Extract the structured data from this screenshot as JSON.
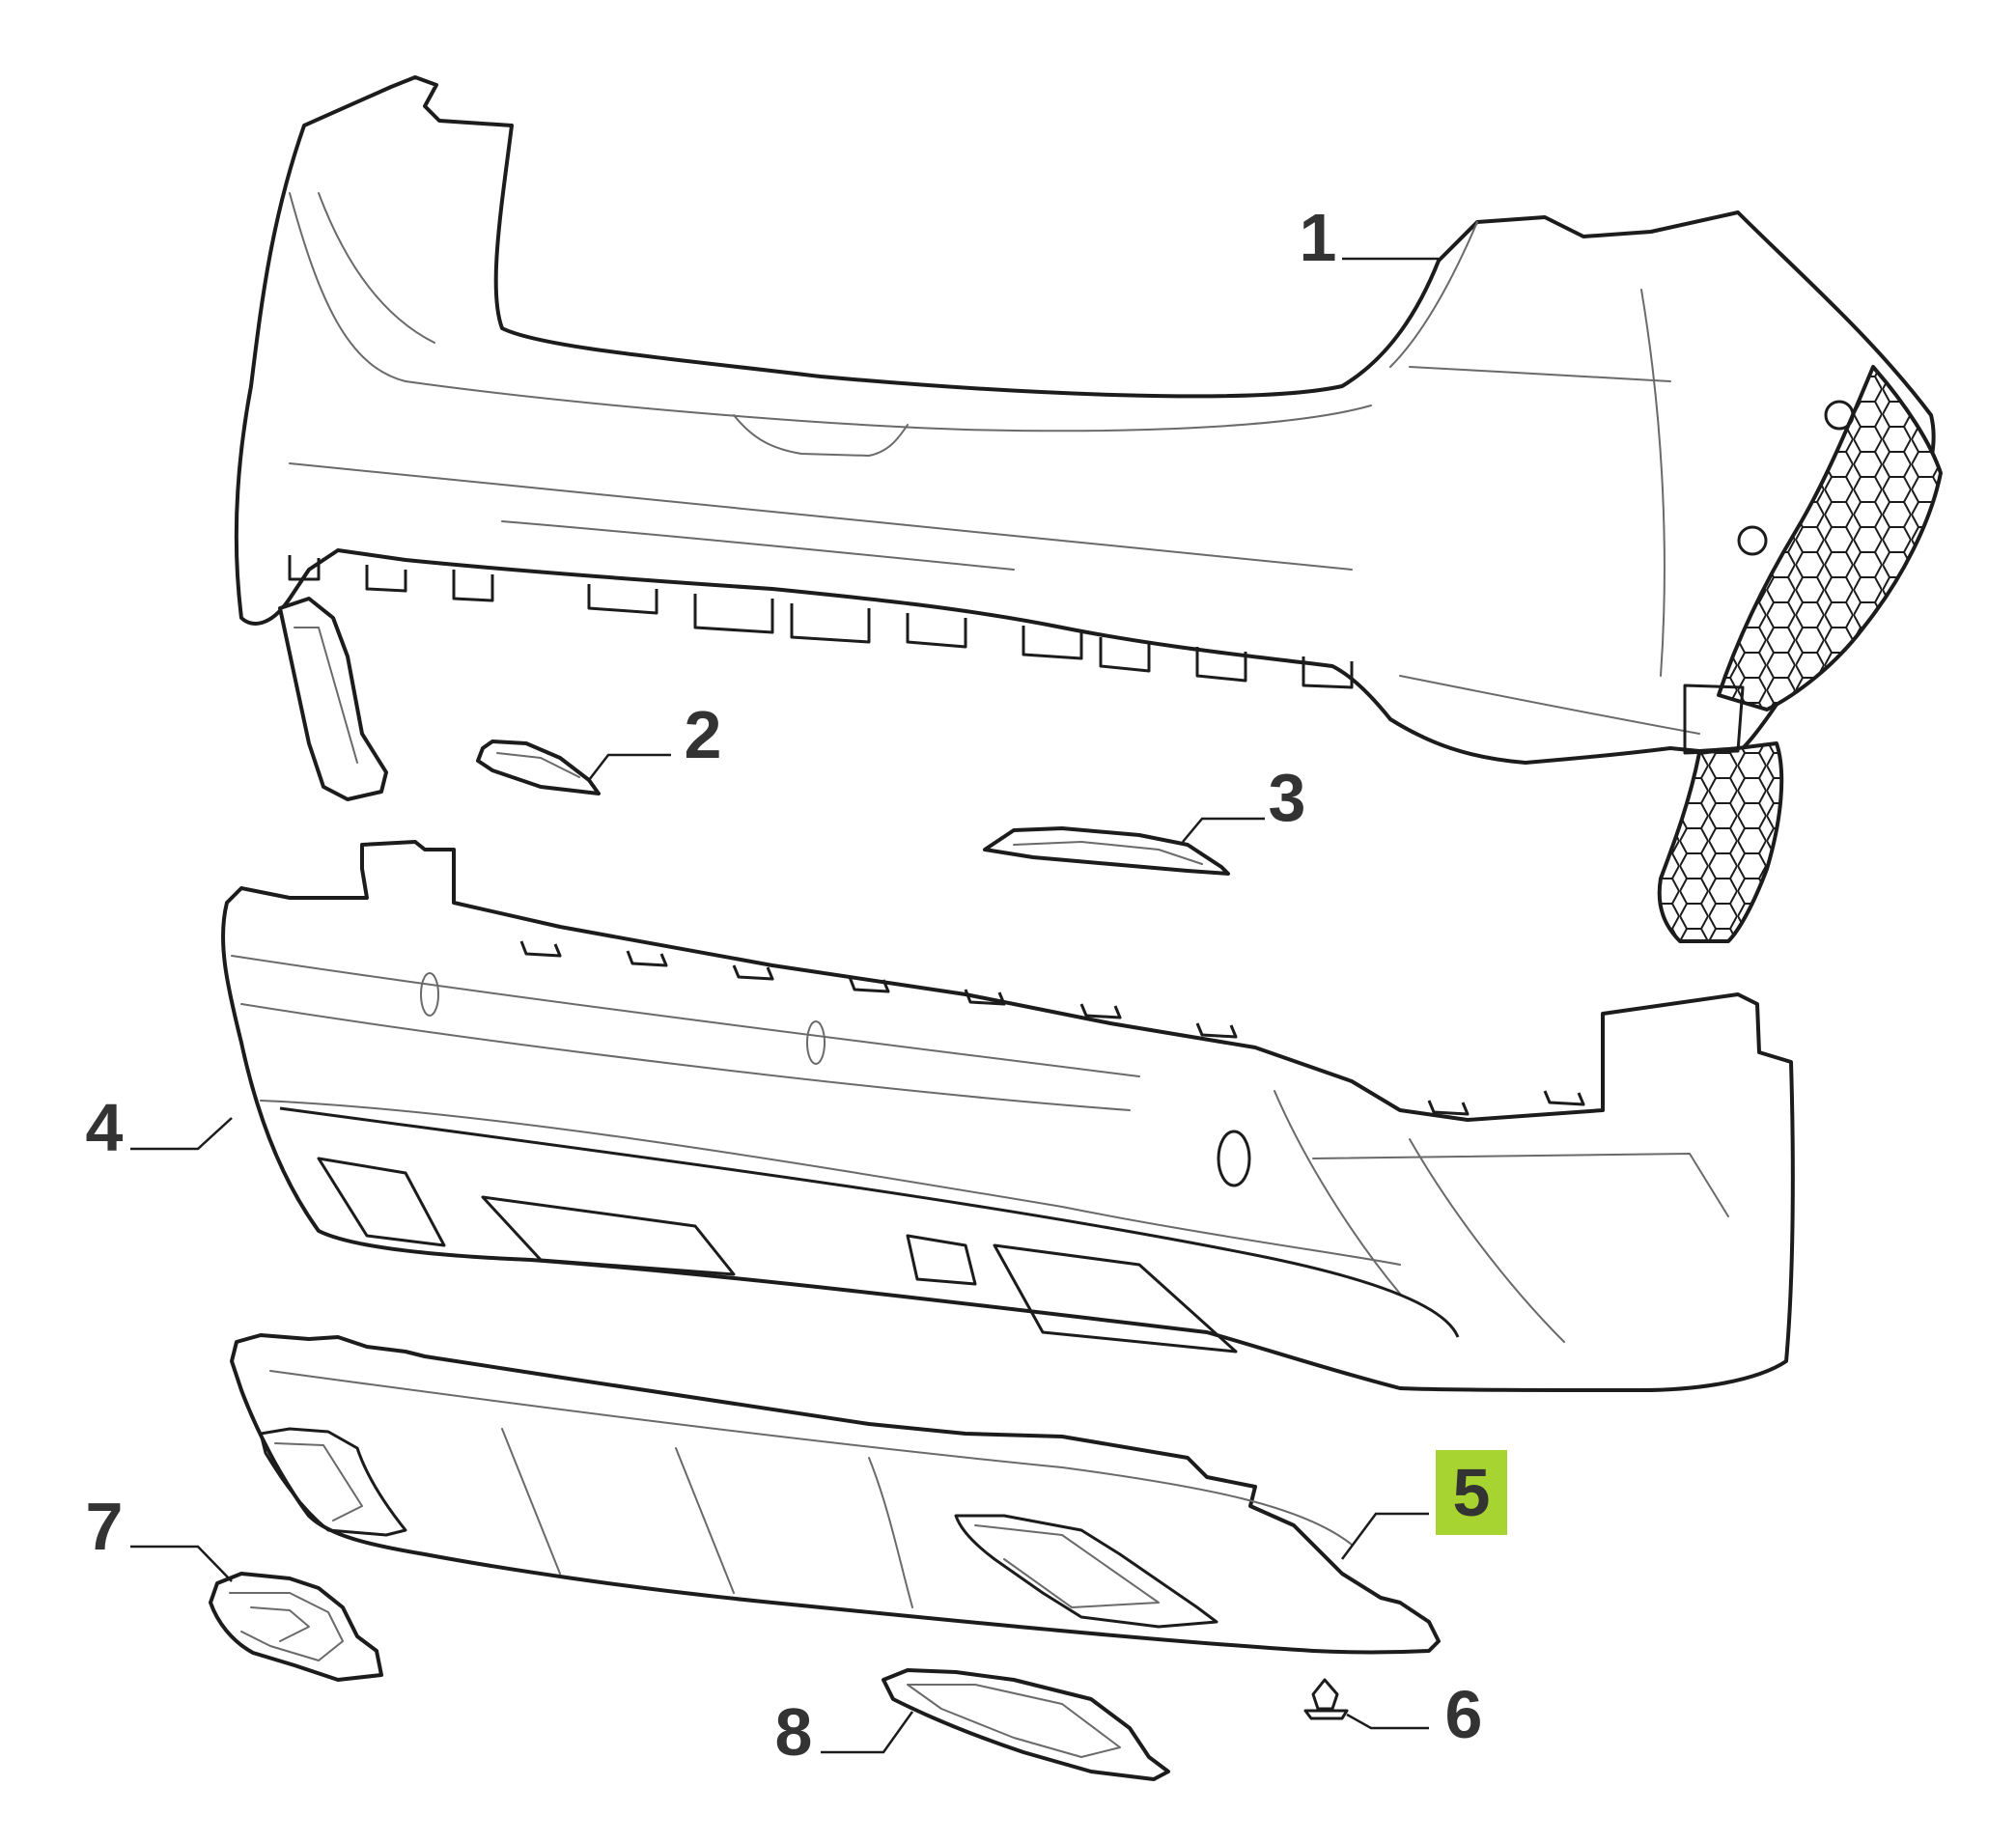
{
  "callouts": [
    {
      "id": "1",
      "label": "1"
    },
    {
      "id": "2",
      "label": "2"
    },
    {
      "id": "3",
      "label": "3"
    },
    {
      "id": "4",
      "label": "4"
    },
    {
      "id": "5",
      "label": "5",
      "highlighted": true
    },
    {
      "id": "6",
      "label": "6"
    },
    {
      "id": "7",
      "label": "7"
    },
    {
      "id": "8",
      "label": "8"
    }
  ],
  "colors": {
    "highlight": "#a7d430",
    "line": "#1c1c1c",
    "label": "#333333",
    "background": "#ffffff"
  }
}
